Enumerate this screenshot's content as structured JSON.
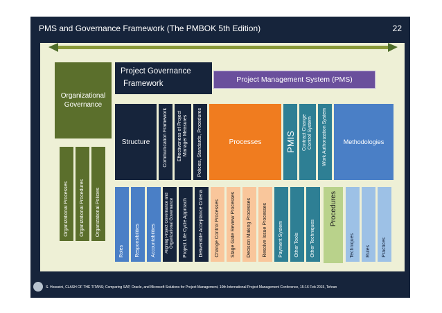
{
  "header": {
    "title": "PMS and Governance Framework (The PMBOK 5th Edition)",
    "page_number": "22"
  },
  "left": {
    "org_governance": "Organizational Governance",
    "items": [
      "Organizational Processes",
      "Organizational Procedures",
      "Organizational Policies"
    ]
  },
  "pgf": {
    "line1": "Project Governance",
    "line2": "Framework"
  },
  "pms_label": "Project Management System (PMS)",
  "top_row": {
    "structure": "Structure",
    "pillars_a": [
      "Communication Framework",
      "Effectiveness of Project Manager Measures",
      "Policies, Standards, Procedures"
    ],
    "processes": "Processes",
    "pmis": "PMIS",
    "pillars_b": [
      "Contract Change Control System",
      "Work Authorization System"
    ],
    "methodologies": "Methodologies"
  },
  "bottom_row": {
    "structure_items": [
      "Roles",
      "Responsibilities",
      "Accountabilities"
    ],
    "navy_items": [
      "Aligning Project Governance and Organizational Governance",
      "Project Life Cycle Approach",
      "Deliverable Acceptance Criteria"
    ],
    "process_items": [
      "Change Control Processes",
      "Stage Gate Review Processes",
      "Decision Making Processes",
      "Resolve Issue Processes"
    ],
    "teal_items": [
      "Payment System",
      "Other Tools",
      "Other Techniques"
    ],
    "procedures": "Procedures",
    "method_items": [
      "Techniques",
      "Rules",
      "Practices"
    ]
  },
  "footer": {
    "citation": "S. Hosseini, CLASH OF THE TITANS; Comparing SAP, Oracle, and Microsoft Solutions for Project Management, 10th International Project Management Conference, 15-16 Feb 2015, Tehran"
  },
  "colors": {
    "navy": "#16243b",
    "olive": "#5b6f2c",
    "orange": "#f07c1f",
    "peach": "#f9c69b",
    "blue": "#4a7fc6",
    "lightblue": "#9dc1e6",
    "teal": "#2e7f94",
    "lightgreen": "#b9d28b",
    "purple": "#6a4f9c"
  }
}
